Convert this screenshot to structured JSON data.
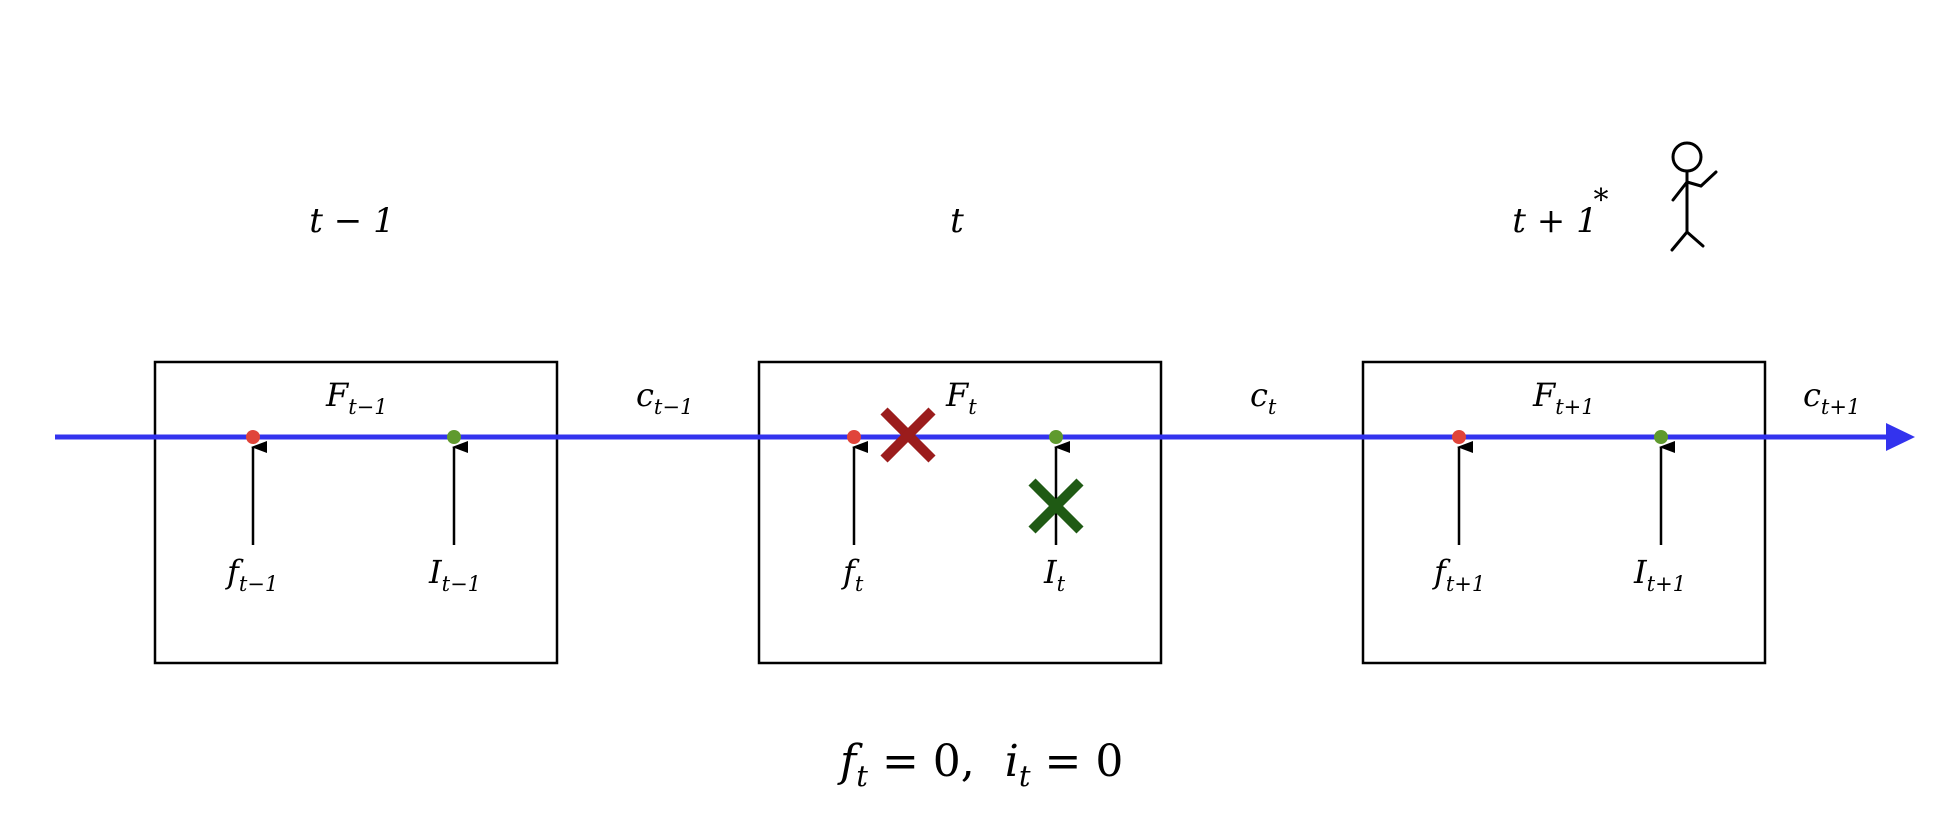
{
  "colors": {
    "timeline": "#3333ee",
    "forget_dot": "#e0443a",
    "input_dot": "#5f9a2e",
    "forget_cross": "#9b1c1c",
    "input_cross": "#1f5a14",
    "stroke": "#000000"
  },
  "time_labels": {
    "prev": "t − 1",
    "curr": "t",
    "next": "t + 1",
    "next_marker": "*"
  },
  "cells": [
    {
      "F": "F",
      "F_sub": "t−1",
      "f": "f",
      "f_sub": "t−1",
      "I": "I",
      "I_sub": "t−1",
      "blocked": false
    },
    {
      "F": "F",
      "F_sub": "t",
      "f": "f",
      "f_sub": "t",
      "I": "I",
      "I_sub": "t",
      "blocked": true
    },
    {
      "F": "F",
      "F_sub": "t+1",
      "f": "f",
      "f_sub": "t+1",
      "I": "I",
      "I_sub": "t+1",
      "blocked": false
    }
  ],
  "states": [
    {
      "c": "c",
      "sub": "t−1"
    },
    {
      "c": "c",
      "sub": "t"
    },
    {
      "c": "c",
      "sub": "t+1"
    }
  ],
  "equation": {
    "f": "f",
    "f_sub": "t",
    "f_rhs": " = 0,",
    "i": "i",
    "i_sub": "t",
    "i_rhs": " = 0"
  },
  "icons": {
    "figure": "stick-figure-icon",
    "blocked": "cross-icon",
    "timeline": "arrow-right-icon"
  }
}
